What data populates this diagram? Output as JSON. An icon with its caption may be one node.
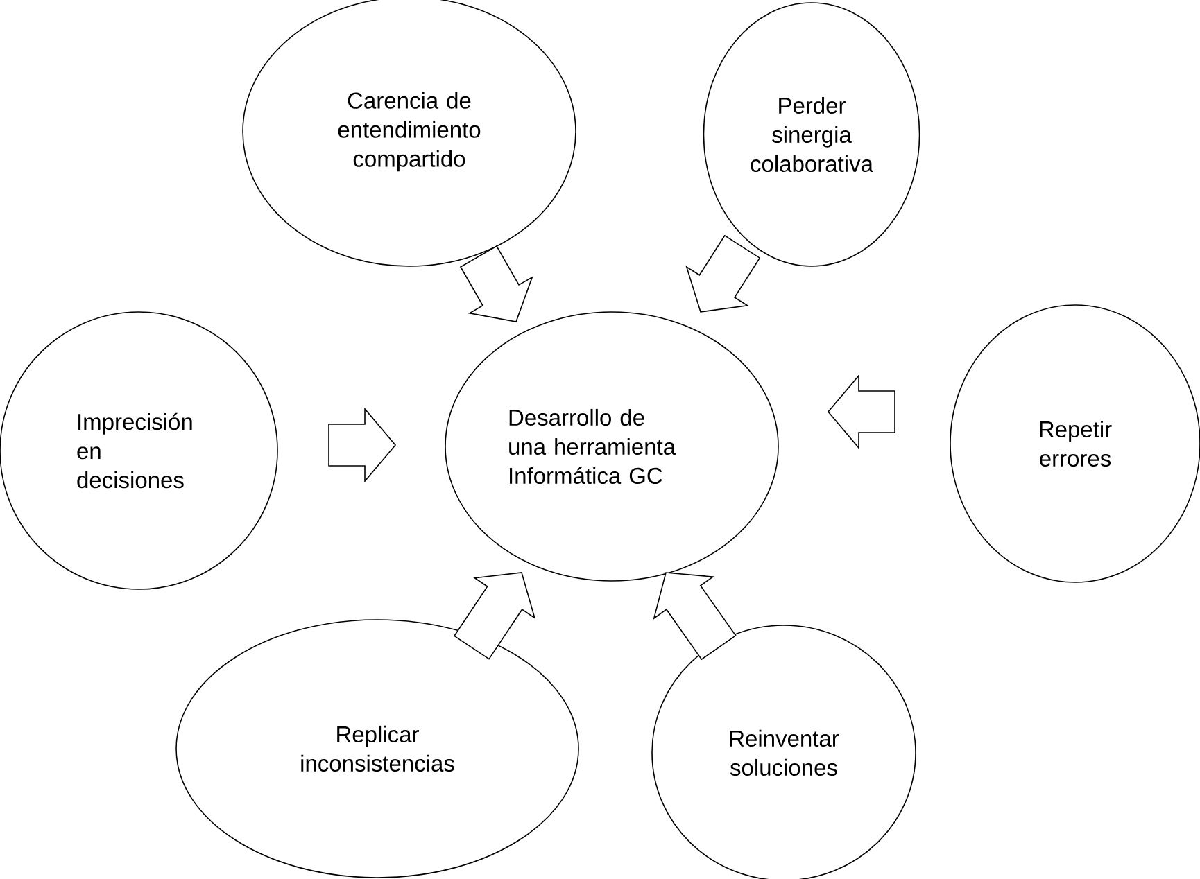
{
  "diagram": {
    "nodes": [
      {
        "text": [
          "Desarrollo de una herramienta Informática GC"
        ]
      },
      {
        "text": [
          "Carencia de entendimiento compartido"
        ]
      },
      {
        "text": [
          "Perder sinergia colaborativa"
        ]
      },
      {
        "text": [
          "Imprecisión en decisiones"
        ]
      },
      {
        "text": [
          "Repetir errores"
        ]
      },
      {
        "text": [
          "Replicar inconsistencias"
        ]
      },
      {
        "text": [
          "Reinventar soluciones"
        ]
      }
    ],
    "edges": [
      {
        "from": 1,
        "to": 0,
        "arrow": "to"
      },
      {
        "from": 2,
        "to": 0,
        "arrow": "to"
      },
      {
        "from": 3,
        "to": 0,
        "arrow": "to"
      },
      {
        "from": 4,
        "to": 0,
        "arrow": "to"
      },
      {
        "from": 5,
        "to": 0,
        "arrow": "to"
      },
      {
        "from": 6,
        "to": 0,
        "arrow": "to"
      }
    ]
  }
}
